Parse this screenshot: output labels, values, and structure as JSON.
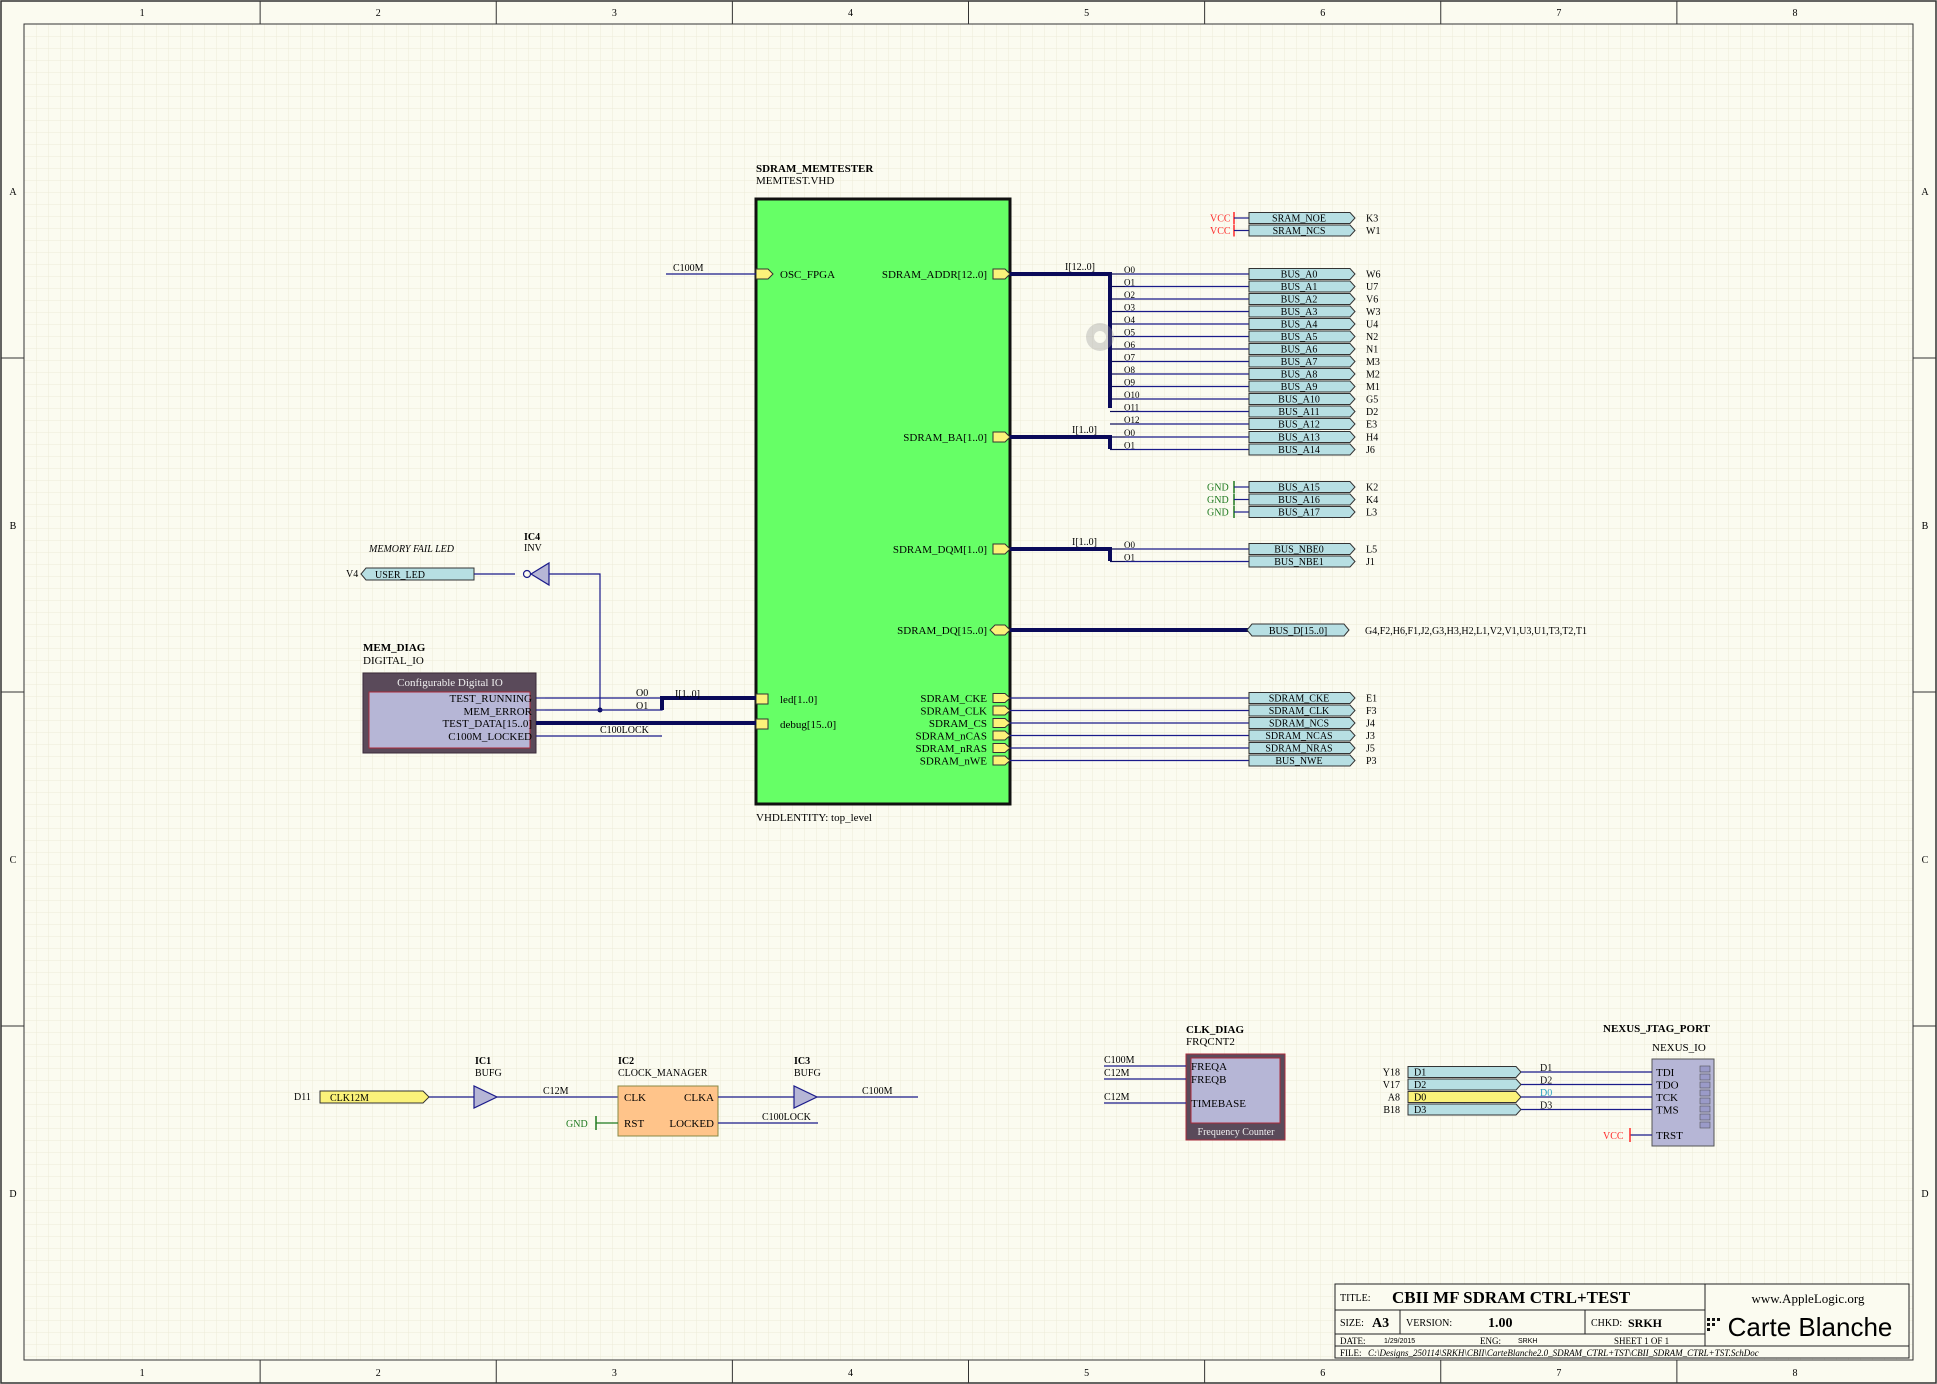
{
  "colors": {
    "background": "#fbfbf0",
    "grid": "#ecebd8",
    "wire": "#1b1b8a",
    "bus": "#0a0a5a",
    "port_fill": "#b7dfe3",
    "port_yellow": "#fbf27a",
    "block_green": "#66ff66",
    "block_lilac": "#b6b6d6",
    "block_orange": "#ffc48a",
    "power_red": "#ff2a2a",
    "gnd_green": "#1f7a1f",
    "dark_frame": "#5a4a5a"
  },
  "border": {
    "columns": [
      "1",
      "2",
      "3",
      "4",
      "5",
      "6",
      "7",
      "8"
    ],
    "rows": [
      "A",
      "B",
      "C",
      "D"
    ]
  },
  "memtester": {
    "name": "SDRAM_MEMTESTER",
    "file": "MEMTEST.VHD",
    "entity": "VHDLENTITY: top_level",
    "left_ports": {
      "osc": "OSC_FPGA",
      "led": "led[1..0]",
      "debug": "debug[15..0]"
    },
    "right_ports": {
      "addr": "SDRAM_ADDR[12..0]",
      "ba": "SDRAM_BA[1..0]",
      "dqm": "SDRAM_DQM[1..0]",
      "dq": "SDRAM_DQ[15..0]",
      "ctrl": [
        "SDRAM_CKE",
        "SDRAM_CLK",
        "SDRAM_CS",
        "SDRAM_nCAS",
        "SDRAM_nRAS",
        "SDRAM_nWE"
      ]
    },
    "osc_net": "C100M"
  },
  "sram_ports": [
    {
      "power": "VCC",
      "name": "SRAM_NOE",
      "pin": "K3"
    },
    {
      "power": "VCC",
      "name": "SRAM_NCS",
      "pin": "W1"
    }
  ],
  "addr_bus": {
    "label": "I[12..0]",
    "taps": [
      "O0",
      "O1",
      "O2",
      "O3",
      "O4",
      "O5",
      "O6",
      "O7",
      "O8",
      "O9",
      "O10",
      "O11",
      "O12"
    ],
    "ports": [
      {
        "name": "BUS_A0",
        "pin": "W6"
      },
      {
        "name": "BUS_A1",
        "pin": "U7"
      },
      {
        "name": "BUS_A2",
        "pin": "V6"
      },
      {
        "name": "BUS_A3",
        "pin": "W3"
      },
      {
        "name": "BUS_A4",
        "pin": "U4"
      },
      {
        "name": "BUS_A5",
        "pin": "N2"
      },
      {
        "name": "BUS_A6",
        "pin": "N1"
      },
      {
        "name": "BUS_A7",
        "pin": "M3"
      },
      {
        "name": "BUS_A8",
        "pin": "M2"
      },
      {
        "name": "BUS_A9",
        "pin": "M1"
      },
      {
        "name": "BUS_A10",
        "pin": "G5"
      },
      {
        "name": "BUS_A11",
        "pin": "D2"
      },
      {
        "name": "BUS_A12",
        "pin": "E3"
      }
    ]
  },
  "ba_bus": {
    "label": "I[1..0]",
    "taps": [
      "O0",
      "O1"
    ],
    "ports": [
      {
        "name": "BUS_A13",
        "pin": "H4"
      },
      {
        "name": "BUS_A14",
        "pin": "J6"
      }
    ]
  },
  "gnd_ports": [
    {
      "power": "GND",
      "name": "BUS_A15",
      "pin": "K2"
    },
    {
      "power": "GND",
      "name": "BUS_A16",
      "pin": "K4"
    },
    {
      "power": "GND",
      "name": "BUS_A17",
      "pin": "L3"
    }
  ],
  "dqm_bus": {
    "label": "I[1..0]",
    "taps": [
      "O0",
      "O1"
    ],
    "ports": [
      {
        "name": "BUS_NBE0",
        "pin": "L5"
      },
      {
        "name": "BUS_NBE1",
        "pin": "J1"
      }
    ]
  },
  "dq_port": {
    "name": "BUS_D[15..0]",
    "pin": "G4,F2,H6,F1,J2,G3,H3,H2,L1,V2,V1,U3,U1,T3,T2,T1"
  },
  "ctrl_ports": [
    {
      "name": "SDRAM_CKE",
      "pin": "E1"
    },
    {
      "name": "SDRAM_CLK",
      "pin": "F3"
    },
    {
      "name": "SDRAM_NCS",
      "pin": "J4"
    },
    {
      "name": "SDRAM_NCAS",
      "pin": "J3"
    },
    {
      "name": "SDRAM_NRAS",
      "pin": "J5"
    },
    {
      "name": "BUS_NWE",
      "pin": "P3"
    }
  ],
  "led_section": {
    "note": "MEMORY FAIL LED",
    "pin": "V4",
    "port": "USER_LED",
    "ic4_ref": "IC4",
    "ic4_type": "INV",
    "split_label": "I[1..0]",
    "split_taps": [
      "O0",
      "O1"
    ]
  },
  "mem_diag": {
    "name": "MEM_DIAG",
    "type": "DIGITAL_IO",
    "caption": "Configurable Digital IO",
    "pins": [
      "TEST_RUNNING",
      "MEM_ERROR",
      "TEST_DATA[15..0]",
      "C100M_LOCKED"
    ],
    "lock_net": "C100LOCK"
  },
  "clock_chain": {
    "pin": "D11",
    "port": "CLK12M",
    "ic1_ref": "IC1",
    "ic1_type": "BUFG",
    "net1": "C12M",
    "ic2_ref": "IC2",
    "ic2_type": "CLOCK_MANAGER",
    "ic2_pins": {
      "clk": "CLK",
      "rst": "RST",
      "clka": "CLKA",
      "locked": "LOCKED"
    },
    "gnd": "GND",
    "ic3_ref": "IC3",
    "ic3_type": "BUFG",
    "net2": "C100M",
    "lock_net": "C100LOCK"
  },
  "clk_diag": {
    "name": "CLK_DIAG",
    "type": "FRQCNT2",
    "pins": [
      "FREQA",
      "FREQB",
      "TIMEBASE"
    ],
    "nets": [
      "C100M",
      "C12M",
      "C12M"
    ],
    "caption": "Frequency Counter"
  },
  "jtag": {
    "name": "NEXUS_JTAG_PORT",
    "type": "NEXUS_IO",
    "rows": [
      {
        "pin": "Y18",
        "port": "D1",
        "net": "D1",
        "sig": "TDI"
      },
      {
        "pin": "V17",
        "port": "D2",
        "net": "D2",
        "sig": "TDO"
      },
      {
        "pin": "A8",
        "port": "D0",
        "net": "D0",
        "sig": "TCK"
      },
      {
        "pin": "B18",
        "port": "D3",
        "net": "D3",
        "sig": "TMS"
      }
    ],
    "trst": "TRST",
    "vcc": "VCC"
  },
  "title_block": {
    "title_label": "TITLE:",
    "title": "CBII MF SDRAM CTRL+TEST",
    "size_label": "SIZE:",
    "size": "A3",
    "version_label": "VERSION:",
    "version": "1.00",
    "chkd_label": "CHKD:",
    "chkd": "SRKH",
    "date_label": "DATE:",
    "date": "1/29/2015",
    "eng_label": "ENG:",
    "eng": "SRKH",
    "sheet": "SHEET 1 OF 1",
    "file_label": "FILE:",
    "file": "C:\\Designs_250114\\SRKH\\CBII\\CarteBlanche2.0_SDRAM_CTRL+TST\\CBII_SDRAM_CTRL+TST.SchDoc",
    "brand_top": "www.AppleLogic.org",
    "brand": "Carte Blanche"
  }
}
